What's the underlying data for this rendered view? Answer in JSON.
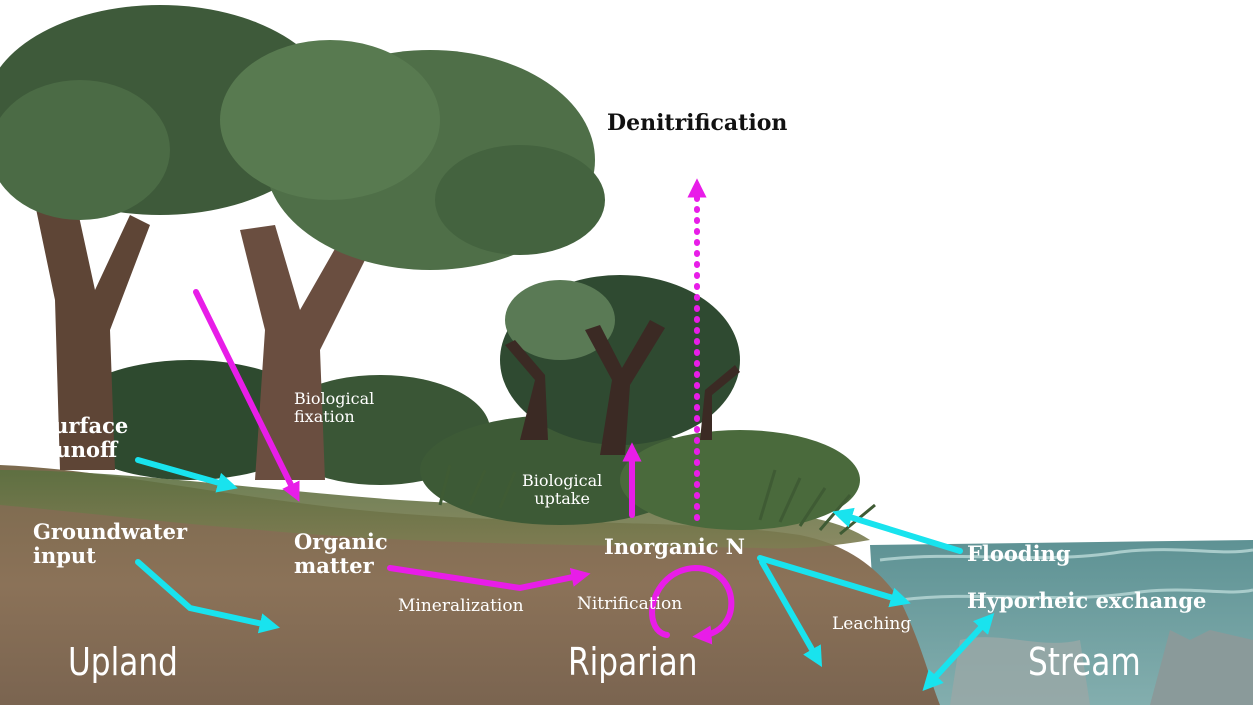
{
  "title": "Denitrification",
  "zones": {
    "upland": "Upland",
    "riparian": "Riparian",
    "stream": "Stream"
  },
  "inputs": {
    "surface_runoff": "Surface\nRunoff",
    "groundwater_input": "Groundwater\ninput"
  },
  "processes": {
    "biological_fixation": "Biological\nfixation",
    "organic_matter": "Organic\nmatter",
    "mineralization": "Mineralization",
    "inorganic_n": "Inorganic N",
    "nitrification": "Nitrification",
    "biological_uptake": "Biological\nuptake",
    "leaching": "Leaching"
  },
  "water": {
    "flooding": "Flooding",
    "hyporheic_exchange": "Hyporheic exchange"
  },
  "colors": {
    "nitrogen_flow": "#e81de8",
    "water_flow": "#19e3ee",
    "soil": "#8b7258",
    "grass": "#5f7a45",
    "stream": "#6f9ea0"
  }
}
